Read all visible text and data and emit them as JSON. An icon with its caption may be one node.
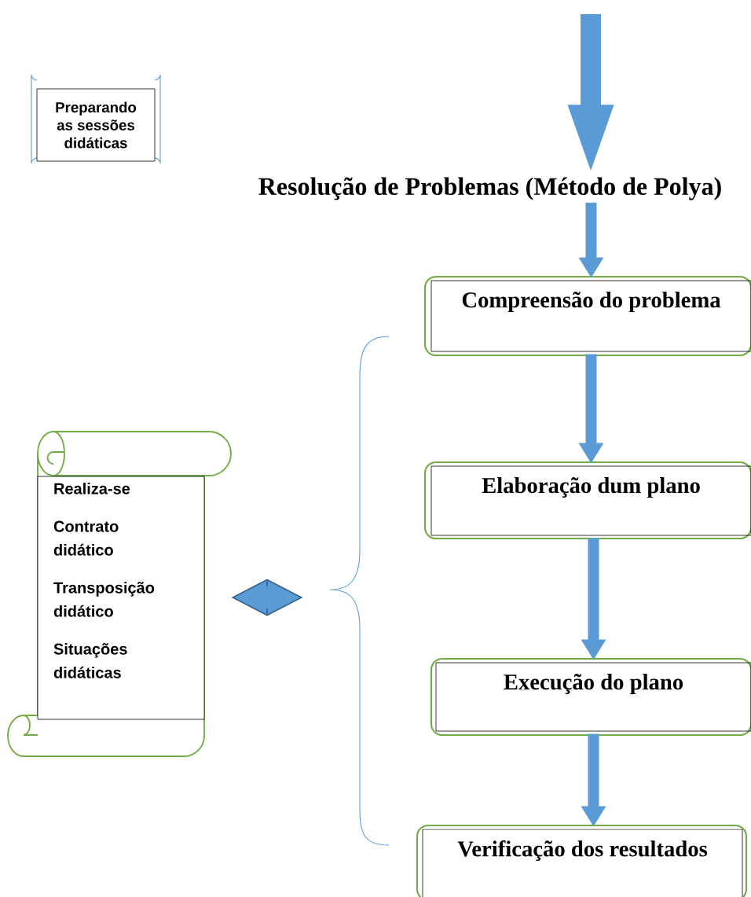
{
  "diagram": {
    "nodes": [
      {
        "text": [
          "Preparando as sessões didáticas"
        ]
      },
      {
        "text": [
          "Resolução de Problemas (Método de Polya)"
        ]
      },
      {
        "text": [
          "Compreensão do problema"
        ]
      },
      {
        "text": [
          "Elaboração dum plano"
        ]
      },
      {
        "text": [
          "Execução do plano"
        ]
      },
      {
        "text": [
          "Verificação dos resultados"
        ]
      },
      {
        "text": [
          "Realiza-se",
          "Contrato didático",
          "Transposição didático",
          "Situações didáticas"
        ]
      },
      {
        "text": [],
        "shape": "diamond"
      }
    ],
    "edges": [
      {
        "from": null,
        "to": 1,
        "arrow": "to",
        "style": "thick"
      },
      {
        "from": 1,
        "to": 2,
        "arrow": "to"
      },
      {
        "from": 2,
        "to": 3,
        "arrow": "to"
      },
      {
        "from": 3,
        "to": 4,
        "arrow": "to"
      },
      {
        "from": 4,
        "to": 5,
        "arrow": "to"
      }
    ]
  }
}
